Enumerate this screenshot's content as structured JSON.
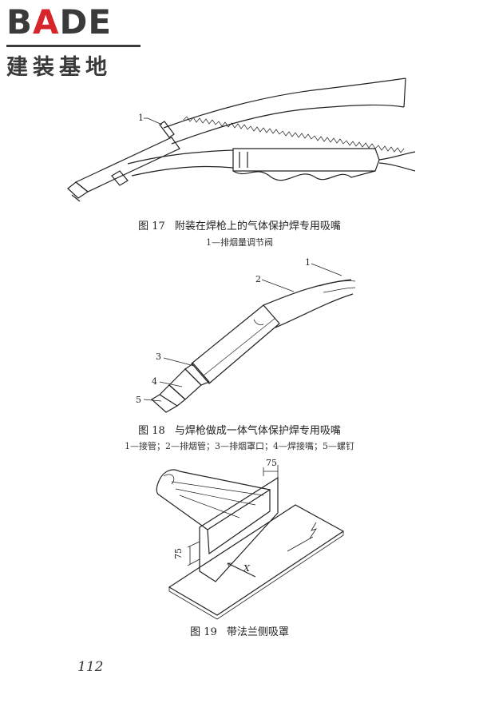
{
  "logo": {
    "letters": [
      "B",
      "A",
      "D",
      "E"
    ],
    "subtitle": "建装基地",
    "accent_color": "#d7262b"
  },
  "figures": [
    {
      "number": "图 17",
      "title": "附装在焊枪上的气体保护焊专用吸嘴",
      "note": "1—排烟量调节阀",
      "callouts": [
        "1"
      ]
    },
    {
      "number": "图 18",
      "title": "与焊枪做成一体气体保护焊专用吸嘴",
      "note": "1—接管；2—排烟管；3—排烟罩口；4—焊接嘴；5—螺钉",
      "callouts": [
        "1",
        "2",
        "3",
        "4",
        "5"
      ]
    },
    {
      "number": "图 19",
      "title": "带法兰侧吸罩",
      "note": "",
      "dimensions": [
        "75",
        "75",
        "X"
      ]
    }
  ],
  "page_number": "112"
}
